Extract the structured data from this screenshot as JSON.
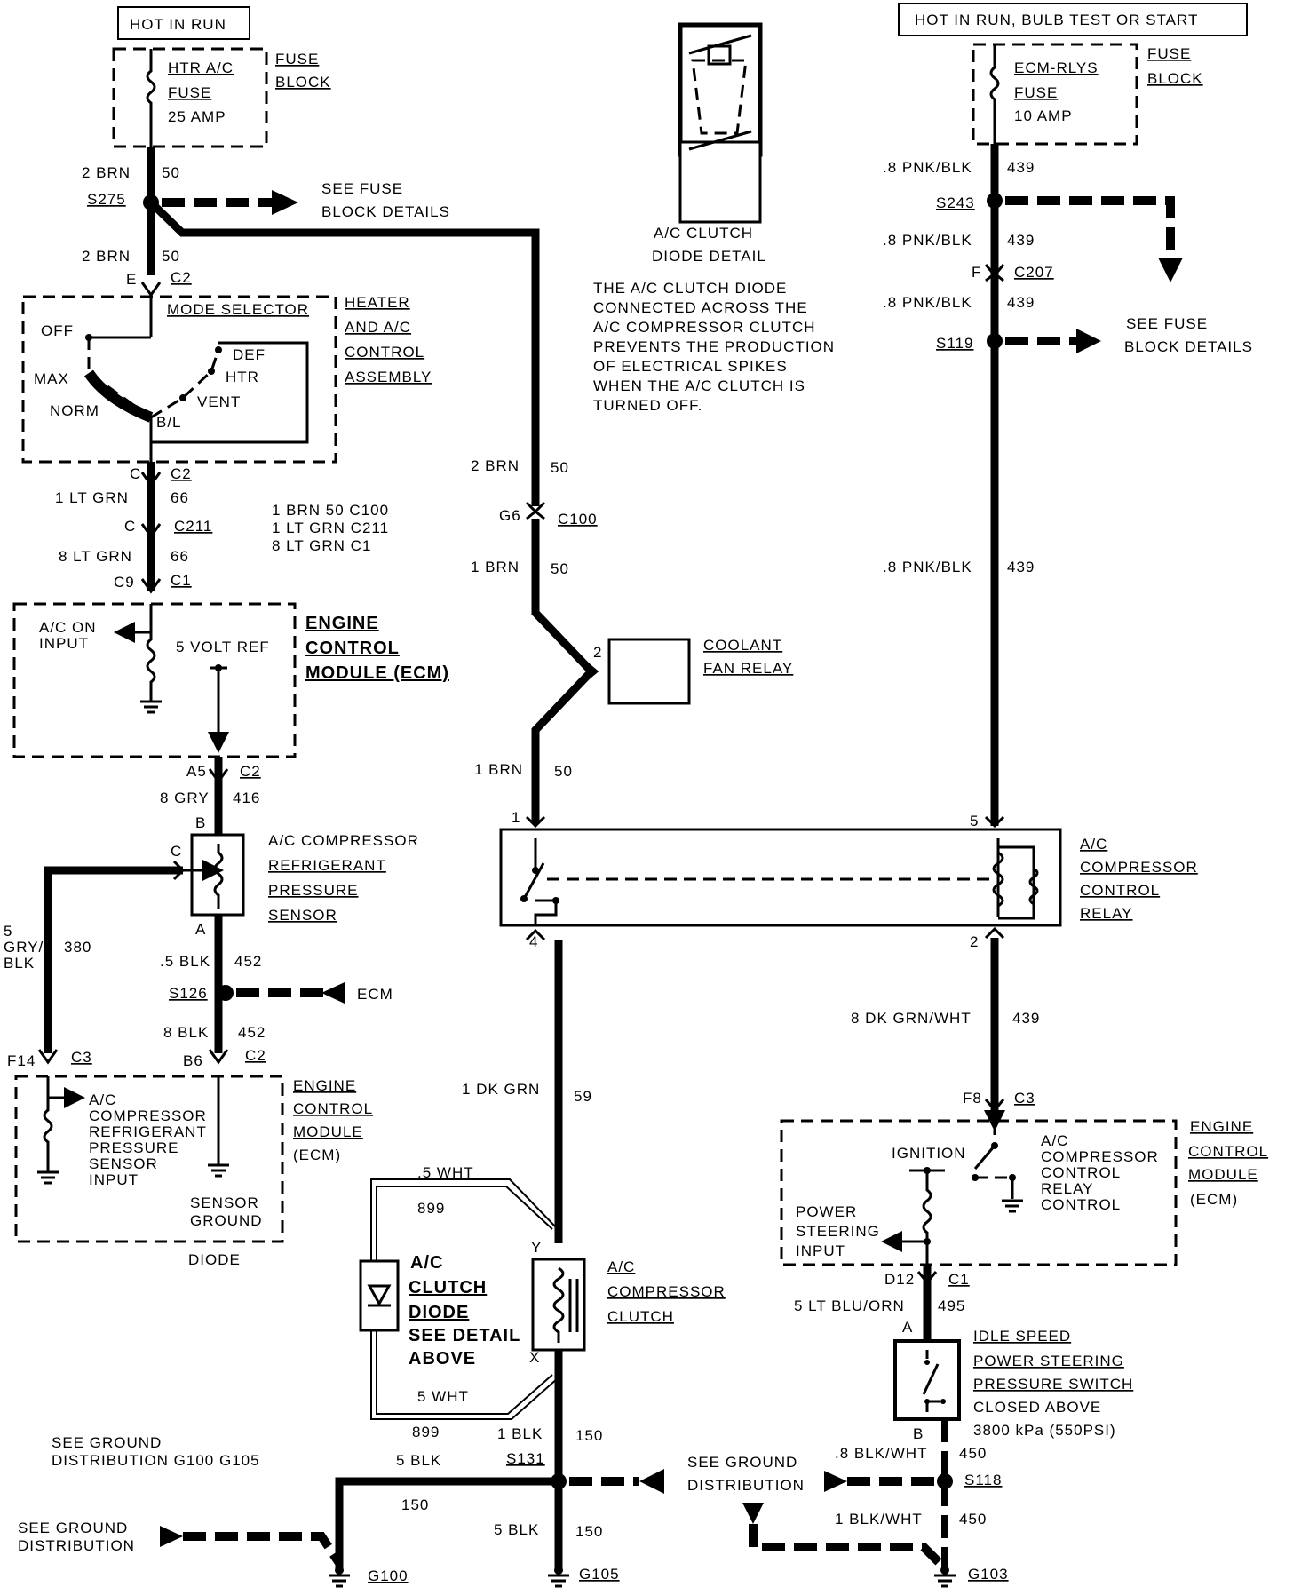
{
  "labels": {
    "hot_in_run": "HOT IN RUN",
    "hot_in_run_bulb": "HOT IN RUN, BULB TEST OR START",
    "fuse_block": [
      "FUSE",
      "BLOCK"
    ],
    "htr_fuse": [
      "HTR A/C",
      "FUSE",
      "25 AMP"
    ],
    "ecm_fuse": [
      "ECM-RLYS",
      "FUSE",
      "10 AMP"
    ],
    "see_fuse_details": [
      "SEE FUSE",
      "BLOCK DETAILS"
    ],
    "diode_detail_title": [
      "A/C CLUTCH",
      "DIODE DETAIL"
    ],
    "diode_note": [
      "THE A/C CLUTCH DIODE",
      "CONNECTED ACROSS THE",
      "A/C COMPRESSOR CLUTCH",
      "PREVENTS THE PRODUCTION",
      "OF ELECTRICAL SPIKES",
      "WHEN THE A/C CLUTCH IS",
      "TURNED OFF."
    ],
    "mode_selector": "MODE SELECTOR",
    "heater_assembly": [
      "HEATER",
      "AND A/C",
      "CONTROL",
      "ASSEMBLY"
    ],
    "mode_positions": {
      "off": "OFF",
      "max": "MAX",
      "norm": "NORM",
      "bl": "B/L",
      "vent": "VENT",
      "htr": "HTR",
      "def": "DEF"
    },
    "ecm_title": [
      "ENGINE",
      "CONTROL",
      "MODULE (ECM)"
    ],
    "ecm_title2": [
      "ENGINE",
      "CONTROL",
      "MODULE",
      "(ECM)"
    ],
    "ac_on_input": [
      "A/C  ON",
      "INPUT"
    ],
    "five_volt_ref": "5 VOLT REF",
    "connector_note": [
      "1  BRN   50   C100",
      "1  LT  GRN  C211",
      "8  LT  GRN  C1"
    ],
    "pressure_sensor": [
      "A/C COMPRESSOR",
      "REFRIGERANT",
      "PRESSURE",
      "SENSOR"
    ],
    "pressure_sensor_input": [
      "A/C",
      "COMPRESSOR",
      "REFRIGERANT",
      "PRESSURE",
      "SENSOR",
      "INPUT"
    ],
    "sensor_ground": [
      "SENSOR",
      "GROUND"
    ],
    "diode": "DIODE",
    "coolant_fan_relay": [
      "COOLANT",
      "FAN RELAY"
    ],
    "compressor_relay": [
      "A/C",
      "COMPRESSOR",
      "CONTROL",
      "RELAY"
    ],
    "ignition": "IGNITION",
    "relay_control": [
      "A/C",
      "COMPRESSOR",
      "CONTROL",
      "RELAY",
      "CONTROL"
    ],
    "ps_input": [
      "POWER",
      "STEERING",
      "INPUT"
    ],
    "ps_switch": [
      "IDLE SPEED",
      "POWER STEERING",
      "PRESSURE SWITCH",
      "CLOSED ABOVE",
      "3800 kPa (550PSI)"
    ],
    "clutch_diode": [
      "A/C",
      "CLUTCH",
      "DIODE",
      "SEE DETAIL",
      "ABOVE"
    ],
    "compressor_clutch": [
      "A/C",
      "COMPRESSOR",
      "CLUTCH"
    ],
    "see_ground_dist_top": [
      "SEE  GROUND",
      "DISTRIBUTION   G100  G105"
    ],
    "see_ground_dist_left": [
      "SEE  GROUND",
      "DISTRIBUTION"
    ],
    "see_ground_dist_mid": [
      "SEE  GROUND",
      "DISTRIBUTION"
    ],
    "ecm_arrow": "ECM"
  },
  "wires": {
    "w_2brn_a": [
      "2 BRN",
      "50"
    ],
    "w_2brn_b": [
      "2 BRN",
      "50"
    ],
    "w_2brn_c": [
      "2 BRN",
      "50"
    ],
    "w_1ltgrn": [
      "1  LT  GRN",
      "66"
    ],
    "w_8ltgrn": [
      "8  LT  GRN",
      "66"
    ],
    "w_1brn_a": [
      "1  BRN",
      "50"
    ],
    "w_1brn_b": [
      "1  BRN",
      "50"
    ],
    "w_8gry": [
      "8 GRY",
      "416"
    ],
    "w_5blk_a": [
      ".5 BLK",
      "452"
    ],
    "w_8blk": [
      "8 BLK",
      "452"
    ],
    "w_5grybk": [
      "5",
      "GRY/",
      "BLK",
      "380"
    ],
    "w_1dkgrn": [
      "1  DK  GRN",
      "59"
    ],
    "w_5wht_a": [
      ".5  WHT",
      "899"
    ],
    "w_5wht_b": [
      "5  WHT",
      "899"
    ],
    "w_1blk": [
      "1  BLK",
      "150"
    ],
    "w_5blk_b": [
      "5  BLK",
      "150"
    ],
    "w_5blk_c": [
      "5  BLK",
      "150"
    ],
    "w_pnk1": [
      ".8 PNK/BLK",
      "439"
    ],
    "w_pnk2": [
      ".8 PNK/BLK",
      "439"
    ],
    "w_pnk3": [
      ".8 PNK/BLK",
      "439"
    ],
    "w_pnk4": [
      ".8 PNK/BLK",
      "439"
    ],
    "w_dkgrnwht": [
      "8  DK  GRN/WHT",
      "439"
    ],
    "w_ltbluorn": [
      "5  LT  BLU/ORN",
      "495"
    ],
    "w_8blkwht": [
      ".8 BLK/WHT",
      "450"
    ],
    "w_1blkwht": [
      "1 BLK/WHT",
      "450"
    ]
  },
  "splices": {
    "s275": "S275",
    "s243": "S243",
    "s119": "S119",
    "s126": "S126",
    "s131": "S131",
    "s118": "S118"
  },
  "grounds": {
    "g100": "G100",
    "g105": "G105",
    "g103": "G103"
  },
  "connectors": {
    "e_c2": [
      "E",
      "C2"
    ],
    "c_c2": [
      "C",
      "C2"
    ],
    "c_c211": [
      "C",
      "C211"
    ],
    "c9_c1": [
      "C9",
      "C1"
    ],
    "a5_c2": [
      "A5",
      "C2"
    ],
    "b": "B",
    "c": "C",
    "a": "A",
    "b6_c2": [
      "B6",
      "C2"
    ],
    "f14_c3": [
      "F14",
      "C3"
    ],
    "g6_c100": [
      "G6",
      "C100"
    ],
    "pin2": "2",
    "pin1": "1",
    "pin4": "4",
    "pin5": "5",
    "pin2r": "2",
    "y": "Y",
    "x": "X",
    "f_c207": [
      "F",
      "C207"
    ],
    "f8_c3": [
      "F8",
      "C3"
    ],
    "d12_c1": [
      "D12",
      "C1"
    ],
    "a_sw": "A",
    "b_sw": "B"
  }
}
